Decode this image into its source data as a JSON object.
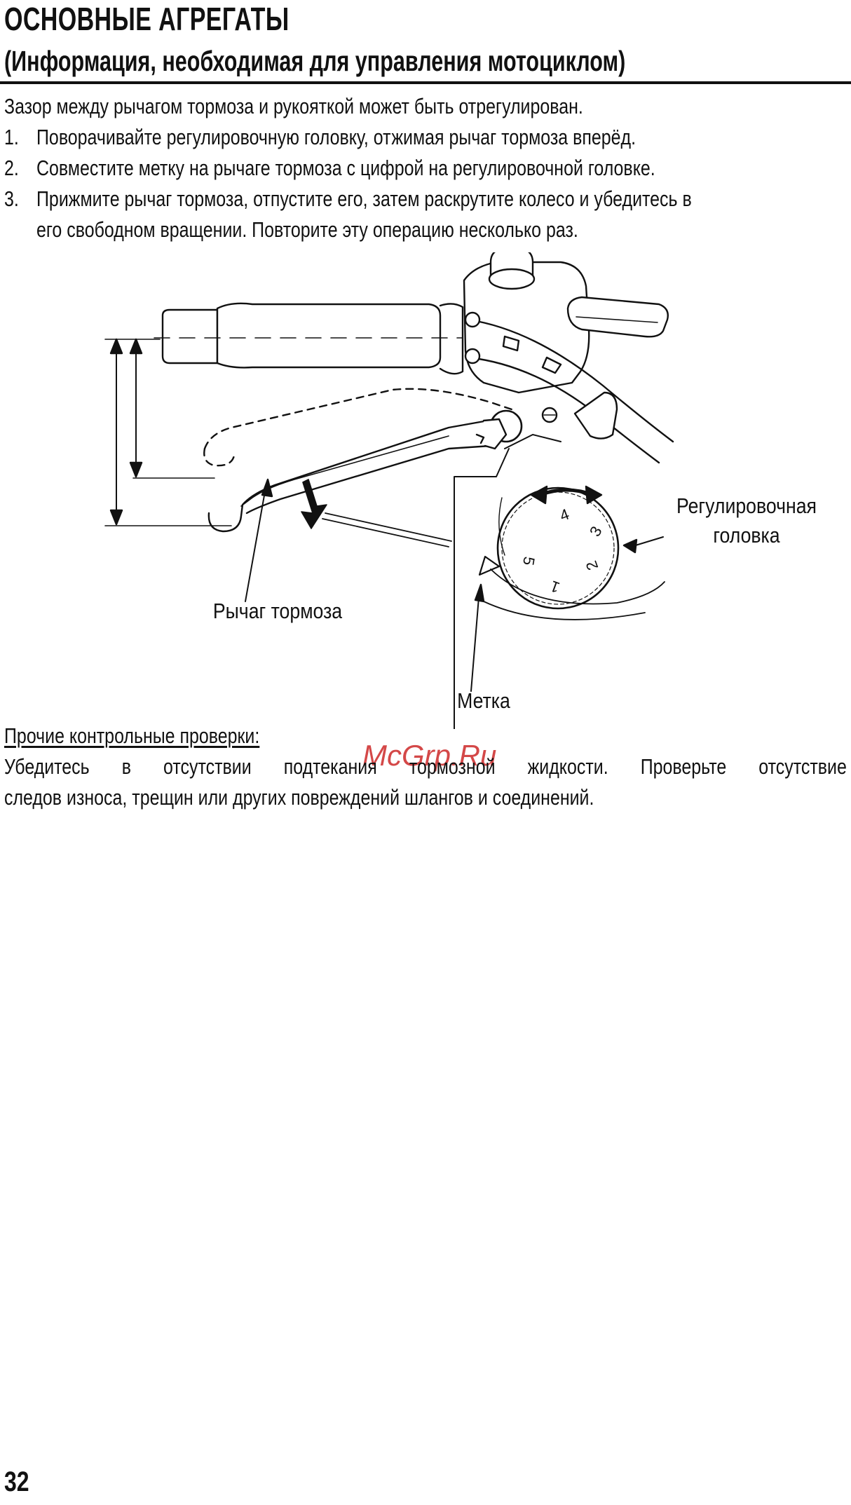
{
  "header": {
    "title": "ОСНОВНЫЕ АГРЕГАТЫ",
    "subtitle": "(Информация, необходимая для управления мотоциклом)"
  },
  "intro": "Зазор между рычагом тормоза и рукояткой может быть отрегулирован.",
  "steps": [
    {
      "number": "1.",
      "lines": [
        "Поворачивайте регулировочную головку, отжимая рычаг тормоза вперёд."
      ]
    },
    {
      "number": "2.",
      "lines": [
        "Совместите метку на рычаге тормоза с цифрой на регулировочной головке."
      ]
    },
    {
      "number": "3.",
      "lines": [
        "Прижмите рычаг тормоза, отпустите его, затем раскрутите колесо и убедитесь в",
        "его свободном вращении. Повторите эту операцию несколько раз."
      ]
    }
  ],
  "figure": {
    "callouts": {
      "adjuster_line1": "Регулировочная",
      "adjuster_line2": "головка",
      "lever": "Рычаг тормоза",
      "mark": "Метка"
    },
    "dial_numbers": [
      "1",
      "2",
      "3",
      "4",
      "5"
    ]
  },
  "other_checks": {
    "heading": "Прочие контрольные проверки:",
    "lines": [
      "Убедитесь в отсутствии подтекания тормозной жидкости. Проверьте отсутствие",
      "следов износа, трещин или других повреждений шлангов и соединений."
    ]
  },
  "watermark": "McGrp.Ru",
  "page_number": "32"
}
